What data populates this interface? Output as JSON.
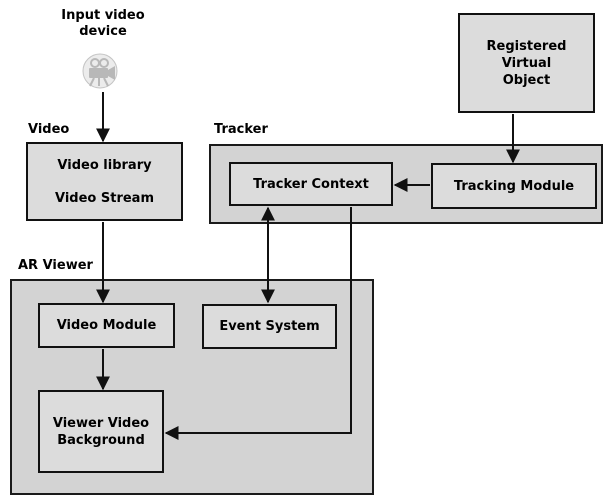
{
  "colors": {
    "region_fill": "#d3d3d3",
    "box_fill": "#dcdcdc",
    "line": "#111111",
    "camera": "#b8b8b8"
  },
  "input_device": {
    "label_line1": "Input video",
    "label_line2": "device",
    "icon": "video-camera-icon"
  },
  "video_group": {
    "label": "Video",
    "items": [
      "Video library",
      "Video Stream"
    ]
  },
  "tracker_group": {
    "label": "Tracker",
    "tracker_context": "Tracker Context",
    "tracking_module": "Tracking Module"
  },
  "registered_object": {
    "lines": [
      "Registered",
      "Virtual",
      "Object"
    ]
  },
  "ar_viewer_group": {
    "label": "AR Viewer",
    "video_module": "Video Module",
    "event_system": "Event System",
    "viewer_bg_line1": "Viewer Video",
    "viewer_bg_line2": "Background"
  }
}
